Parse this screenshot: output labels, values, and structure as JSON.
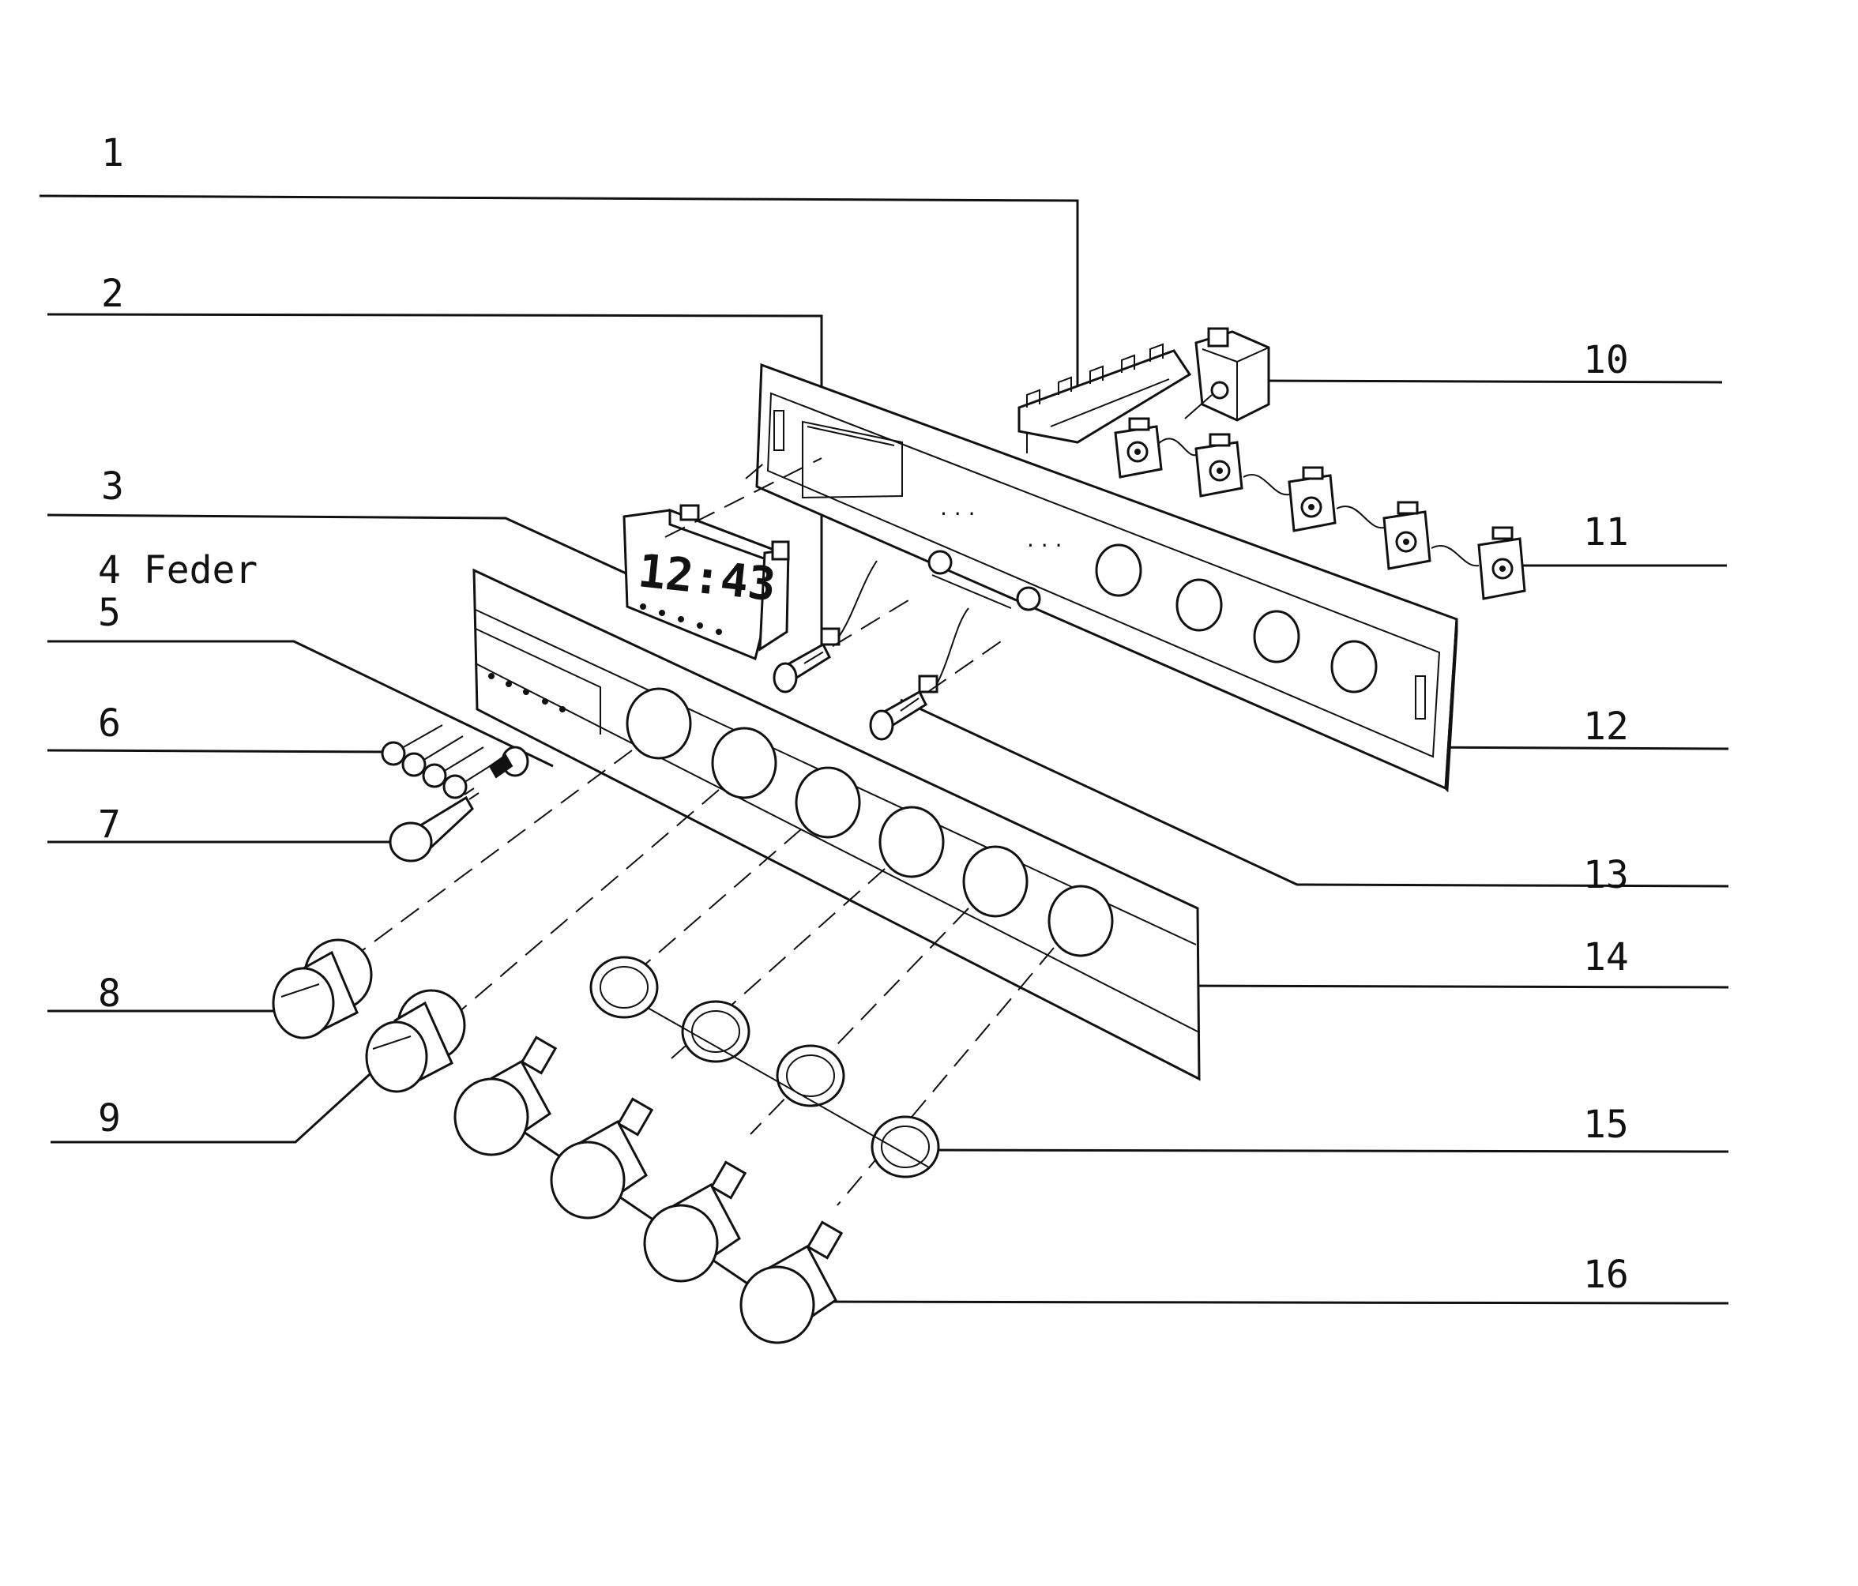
{
  "labels": [
    {
      "id": "1",
      "text": "1"
    },
    {
      "id": "2",
      "text": "2"
    },
    {
      "id": "3",
      "text": "3"
    },
    {
      "id": "4",
      "text": "4 Feder"
    },
    {
      "id": "5",
      "text": "5"
    },
    {
      "id": "6",
      "text": "6"
    },
    {
      "id": "7",
      "text": "7"
    },
    {
      "id": "8",
      "text": "8"
    },
    {
      "id": "9",
      "text": "9"
    },
    {
      "id": "10",
      "text": "10"
    },
    {
      "id": "11",
      "text": "11"
    },
    {
      "id": "12",
      "text": "12"
    },
    {
      "id": "13",
      "text": "13"
    },
    {
      "id": "14",
      "text": "14"
    },
    {
      "id": "15",
      "text": "15"
    },
    {
      "id": "16",
      "text": "16"
    }
  ],
  "clock_display": "12:43"
}
